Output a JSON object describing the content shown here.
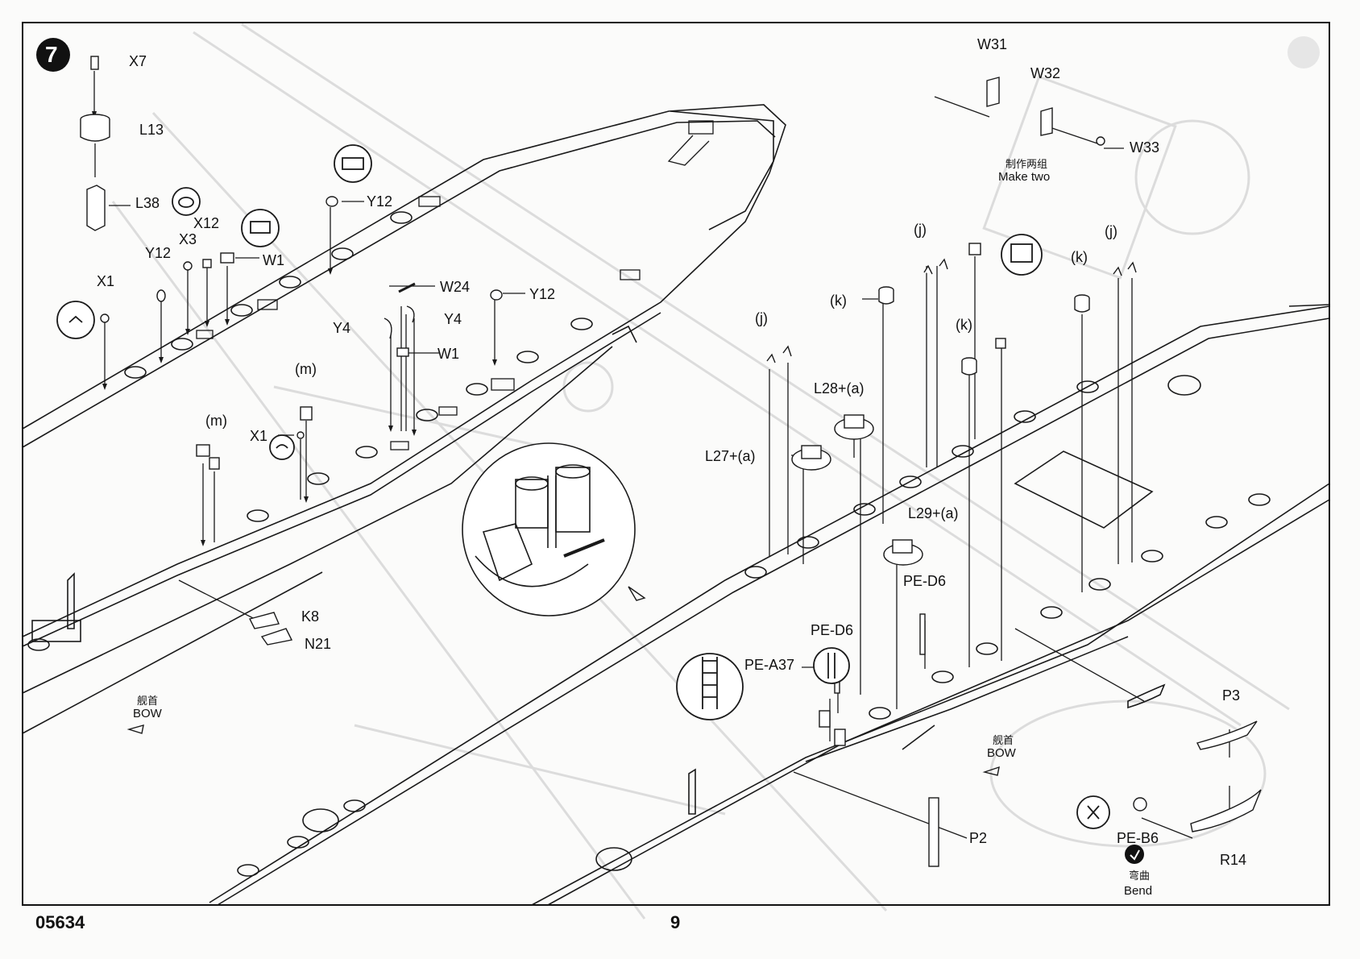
{
  "step_number": "7",
  "page_footer": {
    "code": "05634",
    "page_number": "9"
  },
  "labels": {
    "X7": "X7",
    "L13": "L13",
    "L38": "L38",
    "W1a": "W1",
    "W1b": "W1",
    "Y12a": "Y12",
    "Y12b": "Y12",
    "Y12c": "Y12",
    "X12": "X12",
    "X3": "X3",
    "X1a": "X1",
    "X1b": "X1",
    "W24": "W24",
    "Y4a": "Y4",
    "Y4b": "Y4",
    "m1": "(m)",
    "m2": "(m)",
    "K8": "K8",
    "N21": "N21",
    "W31": "W31",
    "W32": "W32",
    "W33": "W33",
    "make_two_cn": "制作两组",
    "make_two_en": "Make two",
    "j1": "(j)",
    "j2": "(j)",
    "j3": "(j)",
    "k1": "(k)",
    "k2": "(k)",
    "k3": "(k)",
    "L28a": "L28+(a)",
    "L27a": "L27+(a)",
    "L29a": "L29+(a)",
    "PED6a": "PE-D6",
    "PED6b": "PE-D6",
    "PEA37": "PE-A37",
    "P2": "P2",
    "P3": "P3",
    "R14": "R14",
    "PEB6": "PE-B6",
    "bend_cn": "弯曲",
    "bend_en": "Bend",
    "bow1_cn": "舰首",
    "bow1_en": "BOW",
    "bow2_cn": "舰首",
    "bow2_en": "BOW"
  },
  "colors": {
    "line": "#1a1a1a",
    "ghost": "#d8d8d8",
    "paper": "#fbfbfa"
  }
}
